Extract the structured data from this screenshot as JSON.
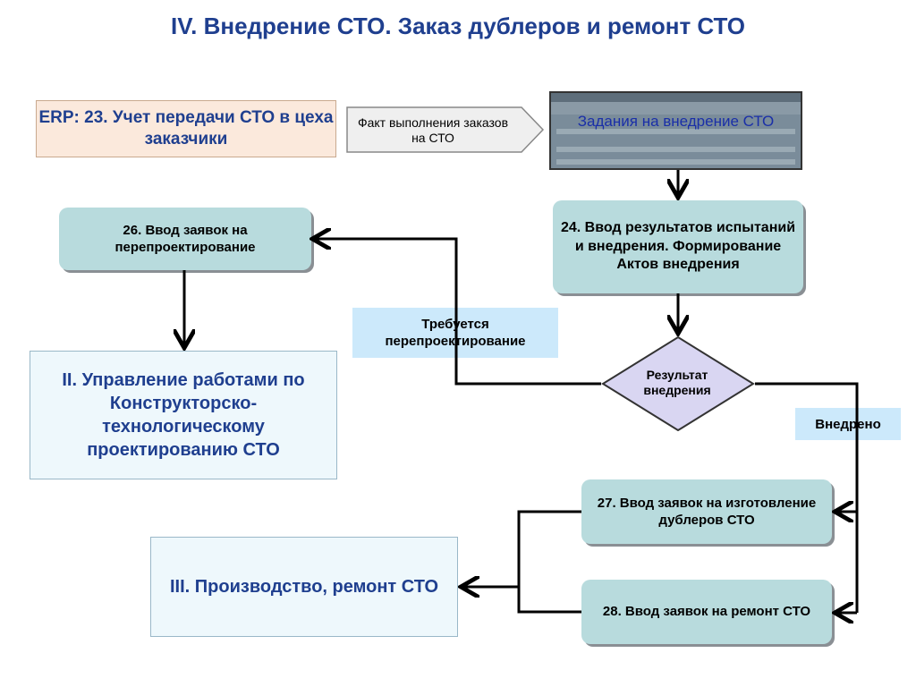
{
  "title": "IV. Внедрение СТО. Заказ дублеров и ремонт СТО",
  "erp_box": {
    "label": "ERP:  23. Учет передачи СТО в цеха заказчики"
  },
  "fact_arrow": {
    "label": "Факт выполнения заказов на СТО"
  },
  "screenshot_box": {
    "label": "Задания на внедрение СТО"
  },
  "step24": {
    "label": "24. Ввод результатов испытаний и внедрения. Формирование Актов внедрения"
  },
  "step26": {
    "label": "26. Ввод заявок на перепроектирование"
  },
  "requires_redesign": {
    "label": "Требуется перепроектирование"
  },
  "decision": {
    "label": "Результат внедрения"
  },
  "implemented": {
    "label": "Внедрено"
  },
  "section2": {
    "label": "II. Управление работами по Конструкторско-технологическому проектированию СТО"
  },
  "step27": {
    "label": "27. Ввод заявок на изготовление дублеров СТО"
  },
  "step28": {
    "label": "28. Ввод заявок на ремонт СТО"
  },
  "section3": {
    "label": "III. Производство, ремонт СТО"
  },
  "colors": {
    "title": "#1f3f8f",
    "process_box": "#b8dbdd",
    "label_box": "#cce9fb",
    "decision": "#d9d6f2"
  }
}
